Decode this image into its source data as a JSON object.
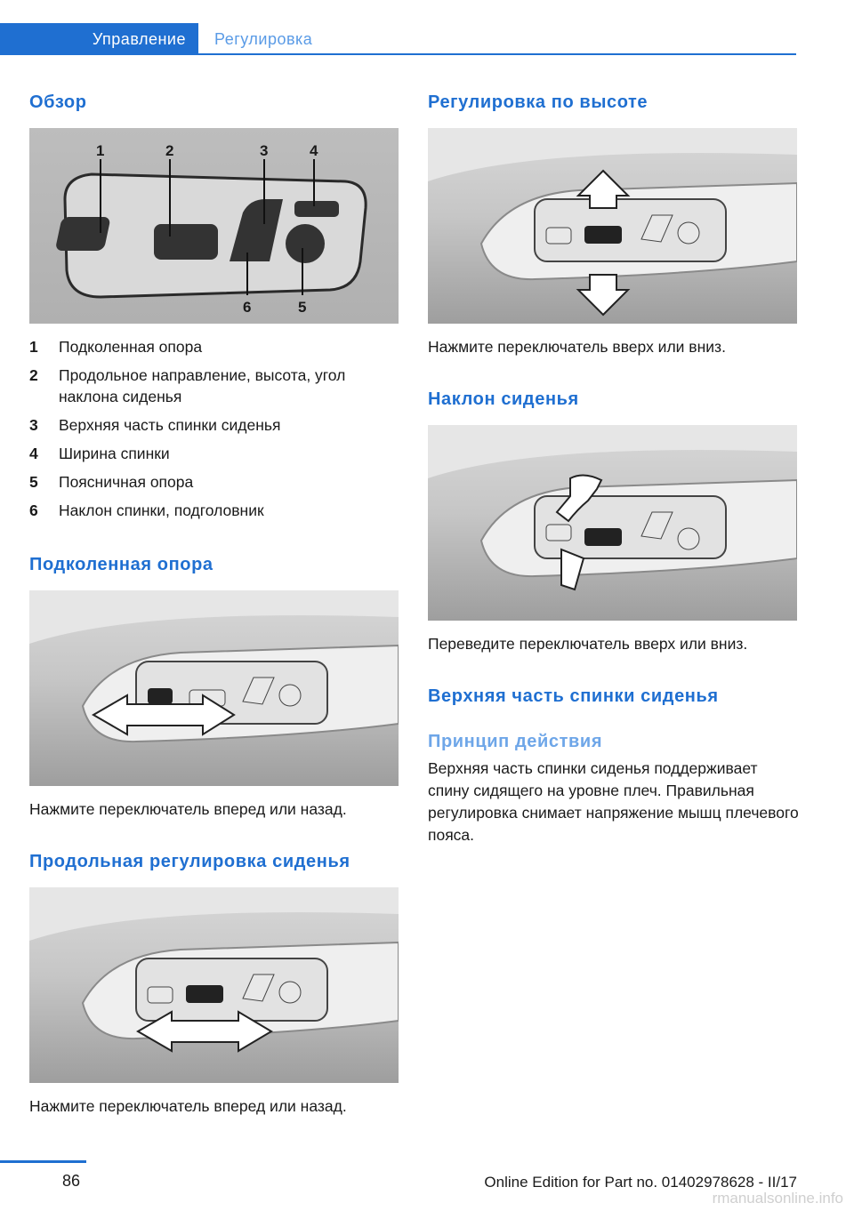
{
  "header": {
    "tab_active": "Управление",
    "tab_inactive": "Регулировка"
  },
  "left": {
    "overview_title": "Обзор",
    "overview_items": [
      {
        "num": "1",
        "text": "Подколенная опора"
      },
      {
        "num": "2",
        "text": "Продольное направление, высота, угол наклона сиденья"
      },
      {
        "num": "3",
        "text": "Верхняя часть спинки сиденья"
      },
      {
        "num": "4",
        "text": "Ширина спинки"
      },
      {
        "num": "5",
        "text": "Поясничная опора"
      },
      {
        "num": "6",
        "text": "Наклон спинки, подголовник"
      }
    ],
    "overview_callouts": [
      "1",
      "2",
      "3",
      "4",
      "6",
      "5"
    ],
    "knee_title": "Подколенная опора",
    "knee_caption": "Нажмите переключатель вперед или назад.",
    "longitudinal_title": "Продольная регулировка сиденья",
    "longitudinal_caption": "Нажмите переключатель вперед или назад."
  },
  "right": {
    "height_title": "Регулировка по высоте",
    "height_caption": "Нажмите переключатель вверх или вниз.",
    "tilt_title": "Наклон сиденья",
    "tilt_caption": "Переведите переключатель вверх или вниз.",
    "upper_back_title": "Верхняя часть спинки сиденья",
    "principle_title": "Принцип действия",
    "principle_text": "Верхняя часть спинки сиденья поддерживает спину сидящего на уровне плеч. Правильная регулировка снимает напряжение мышц плечевого пояса."
  },
  "footer": {
    "page_number": "86",
    "edition": "Online Edition for Part no. 01402978628 - II/17",
    "watermark": "rmanualsonline.info"
  }
}
